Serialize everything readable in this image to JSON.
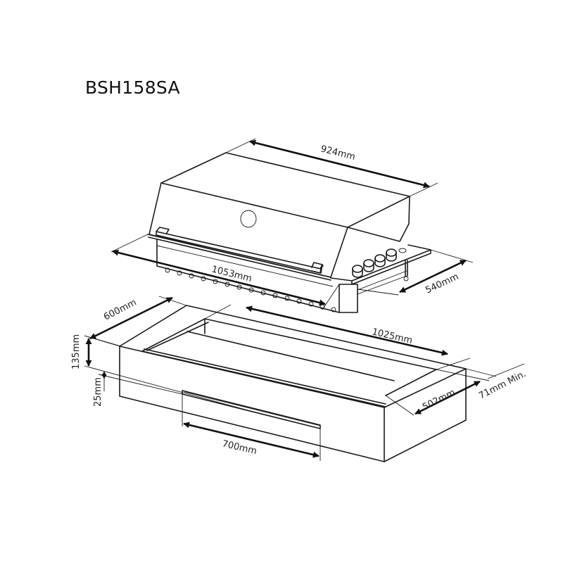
{
  "title": "BSH158SA",
  "dimensions": {
    "grill_lid_width": "924mm",
    "grill_overall_width": "1053mm",
    "grill_depth": "540mm",
    "cutout_depth": "600mm",
    "cutout_width": "1025mm",
    "cutout_inner_depth": "502mm",
    "rear_clearance": "71mm Min.",
    "cutout_height": "135mm",
    "vent_offset": "25mm",
    "vent_width": "700mm"
  },
  "components": {
    "grill": "built-in barbecue grill with hood, handle, temperature gauge, 4 control knobs and ignition button",
    "cutout": "benchtop cutout box with front ventilation slot"
  }
}
